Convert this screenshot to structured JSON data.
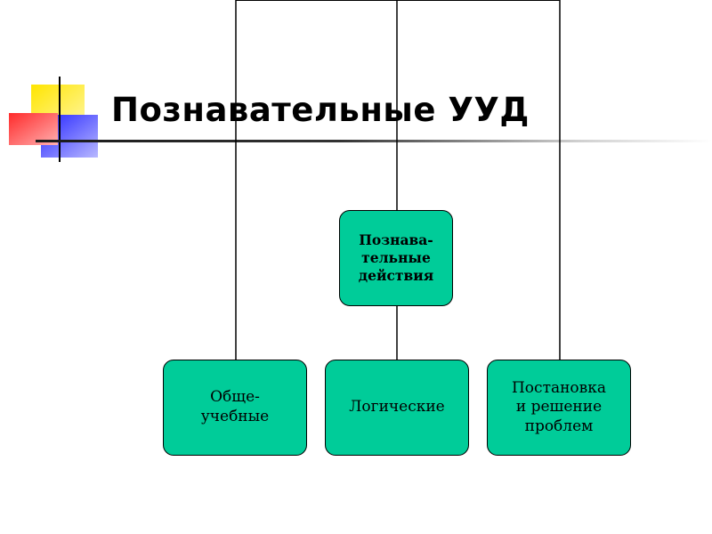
{
  "slide": {
    "title": "Познавательные УУД"
  },
  "diagram": {
    "root": {
      "label": "Познава-\nтельные\nдействия"
    },
    "children": [
      {
        "label": "Обще-\nучебные"
      },
      {
        "label": "Логические"
      },
      {
        "label": "Постановка\nи решение\nпроблем"
      }
    ]
  },
  "colors": {
    "node_fill": "#00cc99",
    "logo_yellow": "#ffe500",
    "logo_red": "#ff3333",
    "logo_blue": "#3333ff"
  }
}
